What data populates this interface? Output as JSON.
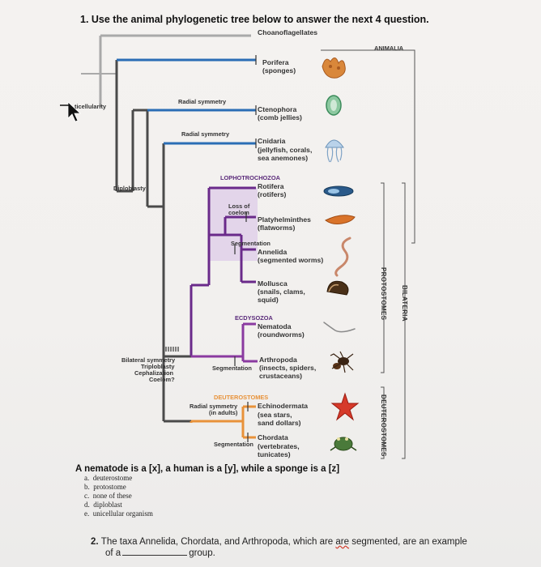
{
  "question1": {
    "title": "1.  Use the animal phylogenetic tree below to answer the next 4 question.",
    "prompt": "A nematode is a [x], a human is a [y], while a sponge is a [z]",
    "options": [
      {
        "letter": "a.",
        "text": "deuterostome"
      },
      {
        "letter": "b.",
        "text": "protostome"
      },
      {
        "letter": "c.",
        "text": "none of these"
      },
      {
        "letter": "d.",
        "text": "diploblast"
      },
      {
        "letter": "e.",
        "text": "unicellular organism"
      }
    ]
  },
  "question2": {
    "number": "2.",
    "line1_before": "The taxa Annelida, Chordata, and Arthropoda, which are ",
    "line1_are": "are",
    "line1_after": " segmented, are an example",
    "line2_before": "of a",
    "line2_blank": "____________",
    "line2_after": "group."
  },
  "tree": {
    "taxa": {
      "choanoflagellates": "Choanoflagellates",
      "porifera": "Porifera",
      "porifera_common": "(sponges)",
      "ctenophora": "Ctenophora",
      "ctenophora_common": "(comb jellies)",
      "cnidaria": "Cnidaria",
      "cnidaria_common1": "(jellyfish, corals,",
      "cnidaria_common2": "sea anemones)",
      "rotifera": "Rotifera",
      "rotifera_common": "(rotifers)",
      "platyhelminthes": "Platyhelminthes",
      "platyhelminthes_common": "(flatworms)",
      "annelida": "Annelida",
      "annelida_common": "(segmented worms)",
      "mollusca": "Mollusca",
      "mollusca_common1": "(snails, clams,",
      "mollusca_common2": "squid)",
      "nematoda": "Nematoda",
      "nematoda_common": "(roundworms)",
      "arthropoda": "Arthropoda",
      "arthropoda_common1": "(insects, spiders,",
      "arthropoda_common2": "crustaceans)",
      "echinodermata": "Echinodermata",
      "echinodermata_common1": "(sea stars,",
      "echinodermata_common2": "sand dollars)",
      "chordata": "Chordata",
      "chordata_common1": "(vertebrates,",
      "chordata_common2": "tunicates)"
    },
    "traits": {
      "multicellularity": "ticellularity",
      "radial_symmetry_1": "Radial symmetry",
      "radial_symmetry_2": "Radial symmetry",
      "diploblasty": "Diploblasty",
      "loss_of_coelom_1": "Loss of",
      "loss_of_coelom_2": "coelom",
      "segmentation_1": "Segmentation",
      "bilateral_1": "Bilateral symmetry",
      "bilateral_2": "Triploblasty",
      "bilateral_3": "Cephalization",
      "bilateral_4": "Coelom?",
      "segmentation_2": "Segmentation",
      "radial_adults_1": "Radial symmetry",
      "radial_adults_2": "(in adults)",
      "segmentation_3": "Segmentation"
    },
    "groups": {
      "animalia": "ANIMALIA",
      "lophotrochozoa": "LOPHOTROCHOZOA",
      "ecdysozoa": "ECDYSOZOA",
      "deuterostomes_label": "DEUTEROSTOMES",
      "protostomes": "PROTOSTOMES",
      "bilateria": "BILATERIA",
      "deuterostomes": "DEUTEROSTOMES"
    },
    "colors": {
      "choanoflagellate_branch": "#a9a9a9",
      "basal_branch": "#4a4a4a",
      "blue_branch": "#2a6db5",
      "lophotrochozoa": "#6a2a8a",
      "lophotrochozoa_highlight": "#e3d5ea",
      "ecdysozoa": "#8a3aa0",
      "deuterostome": "#e8923a"
    },
    "icons": [
      "sponge-icon",
      "comb-jelly-icon",
      "jellyfish-icon",
      "rotifer-icon",
      "flatworm-icon",
      "segmented-worm-icon",
      "snail-icon",
      "roundworm-icon",
      "spider-icon",
      "sea-star-icon",
      "frog-icon"
    ]
  }
}
